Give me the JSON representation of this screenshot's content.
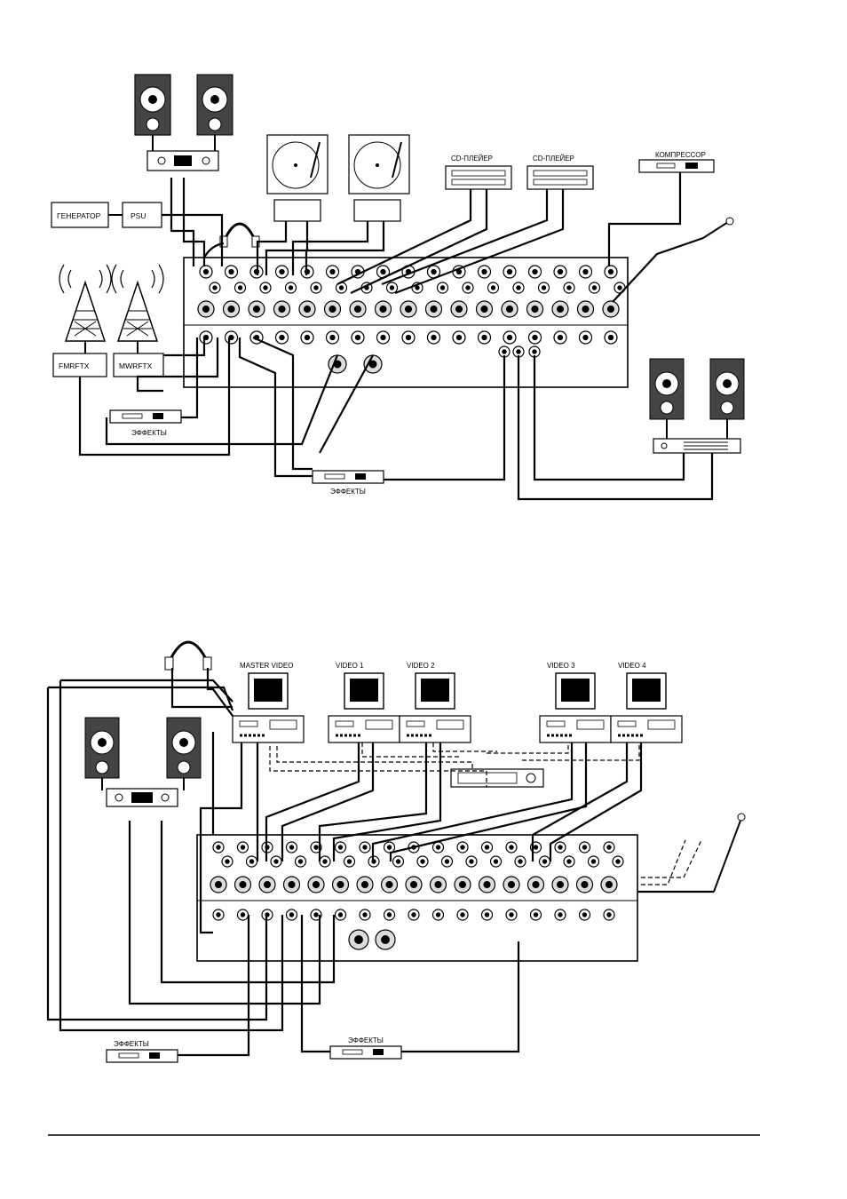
{
  "diagram_top": {
    "generator_label": "ГЕНЕРАТОР",
    "psu_label": "PSU",
    "cd_player_1_label": "CD-ПЛЕЙЕР",
    "cd_player_2_label": "CD-ПЛЕЙЕР",
    "compressor_label": "КОМПРЕССОР",
    "fm_tx_label": "FMRFTX",
    "mw_tx_label": "MWRFTX",
    "effects_left_label": "ЭФФЕКТЫ",
    "effects_bottom_label": "ЭФФЕКТЫ"
  },
  "diagram_bottom": {
    "monitor_labels": [
      "MASTER VIDEO",
      "VIDEO 1",
      "VIDEO 2",
      "VIDEO 3",
      "VIDEO 4"
    ],
    "effects_left_label": "ЭФФЕКТЫ",
    "effects_right_label": "ЭФФЕКТЫ"
  },
  "colors": {
    "ink": "#000000",
    "paper": "#ffffff",
    "panel_gray": "#d8d8d8"
  }
}
